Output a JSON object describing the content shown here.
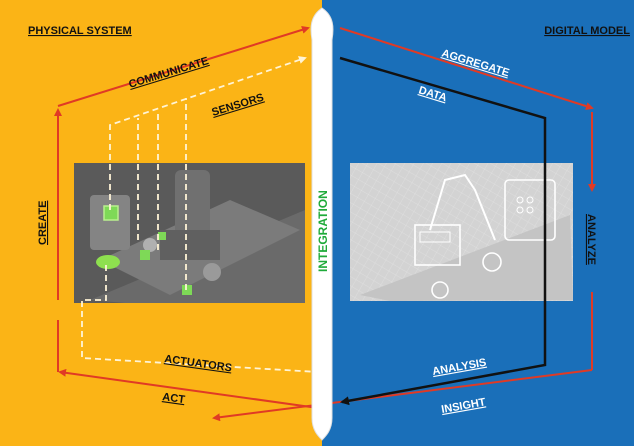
{
  "panels": {
    "physical_title": "PHYSICAL SYSTEM",
    "digital_title": "DIGITAL MODEL",
    "integration": "INTEGRATION"
  },
  "flow_labels": {
    "communicate": "COMMUNICATE",
    "sensors": "SENSORS",
    "create": "CREATE",
    "actuators": "ACTUATORS",
    "act": "ACT",
    "aggregate": "AGGREGATE",
    "data": "DATA",
    "analyze": "ANALYZE",
    "analysis": "ANALYSIS",
    "insight": "INSIGHT"
  },
  "colors": {
    "physical_bg": "#fbb416",
    "digital_bg": "#1a6fb9",
    "flow_arrow": "#e03a25",
    "data_line": "#111111",
    "integration_text": "#1faa3a",
    "sensor_dash": "#fff4d6"
  },
  "icons": [
    "factory-machine-photo",
    "wireframe-machine-render",
    "arrow-head"
  ]
}
